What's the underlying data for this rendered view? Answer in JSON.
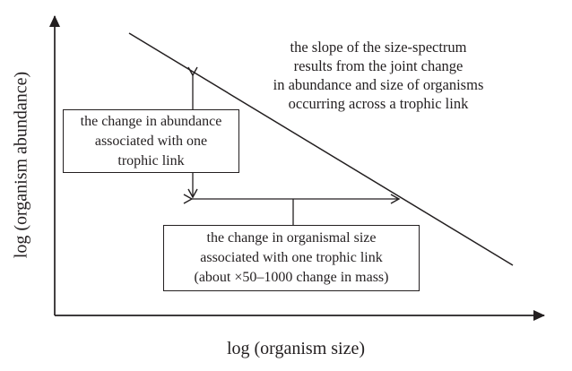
{
  "figure": {
    "x_axis_label": "log (organism size)",
    "y_axis_label": "log (organism abundance)",
    "slope_note": "the slope of the size-spectrum\nresults from the joint change\nin abundance and size of organisms\noccurring across a trophic link",
    "abundance_box_text": "the change in abundance\nassociated with one\ntrophic link",
    "size_box_text": "the change in organismal size\nassociated with one trophic link\n(about ×50–1000 change in mass)"
  },
  "colors": {
    "ink": "#231f20",
    "background": "#ffffff"
  }
}
